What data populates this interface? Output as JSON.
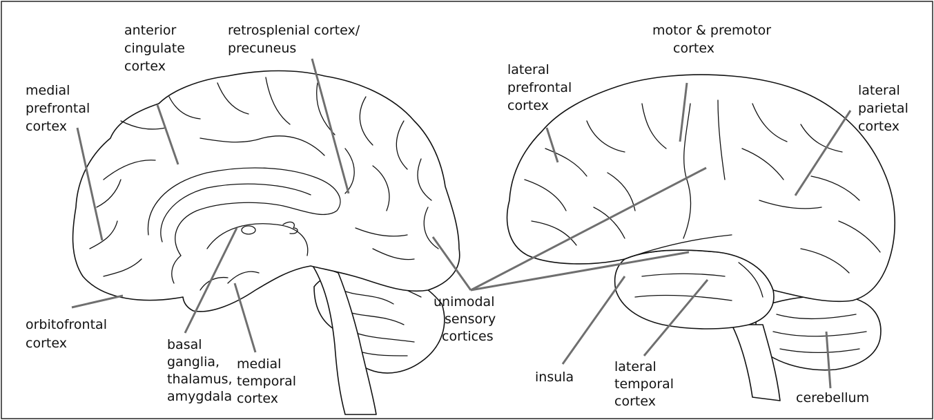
{
  "labels": {
    "medial_prefrontal": [
      "medial",
      "prefrontal",
      "cortex"
    ],
    "anterior_cingulate": [
      "anterior",
      "cingulate",
      "cortex"
    ],
    "retrosplenial": [
      "retrosplenial cortex/",
      "precuneus"
    ],
    "orbitofrontal": [
      "orbitofrontal",
      "cortex"
    ],
    "basal_ganglia": [
      "basal",
      "ganglia,",
      "thalamus,",
      "amygdala"
    ],
    "medial_temporal": [
      "medial",
      "temporal",
      "cortex"
    ],
    "unimodal": [
      "unimodal",
      "sensory",
      "cortices"
    ],
    "lateral_prefrontal": [
      "lateral",
      "prefrontal",
      "cortex"
    ],
    "motor_premotor": [
      "motor & premotor",
      "cortex"
    ],
    "lateral_parietal": [
      "lateral",
      "parietal",
      "cortex"
    ],
    "insula": [
      "insula"
    ],
    "lateral_temporal": [
      "lateral",
      "temporal",
      "cortex"
    ],
    "cerebellum": [
      "cerebellum"
    ]
  },
  "colors": {
    "leader_line": "#6f6f6f",
    "outline": "#111111",
    "background": "#ffffff"
  }
}
